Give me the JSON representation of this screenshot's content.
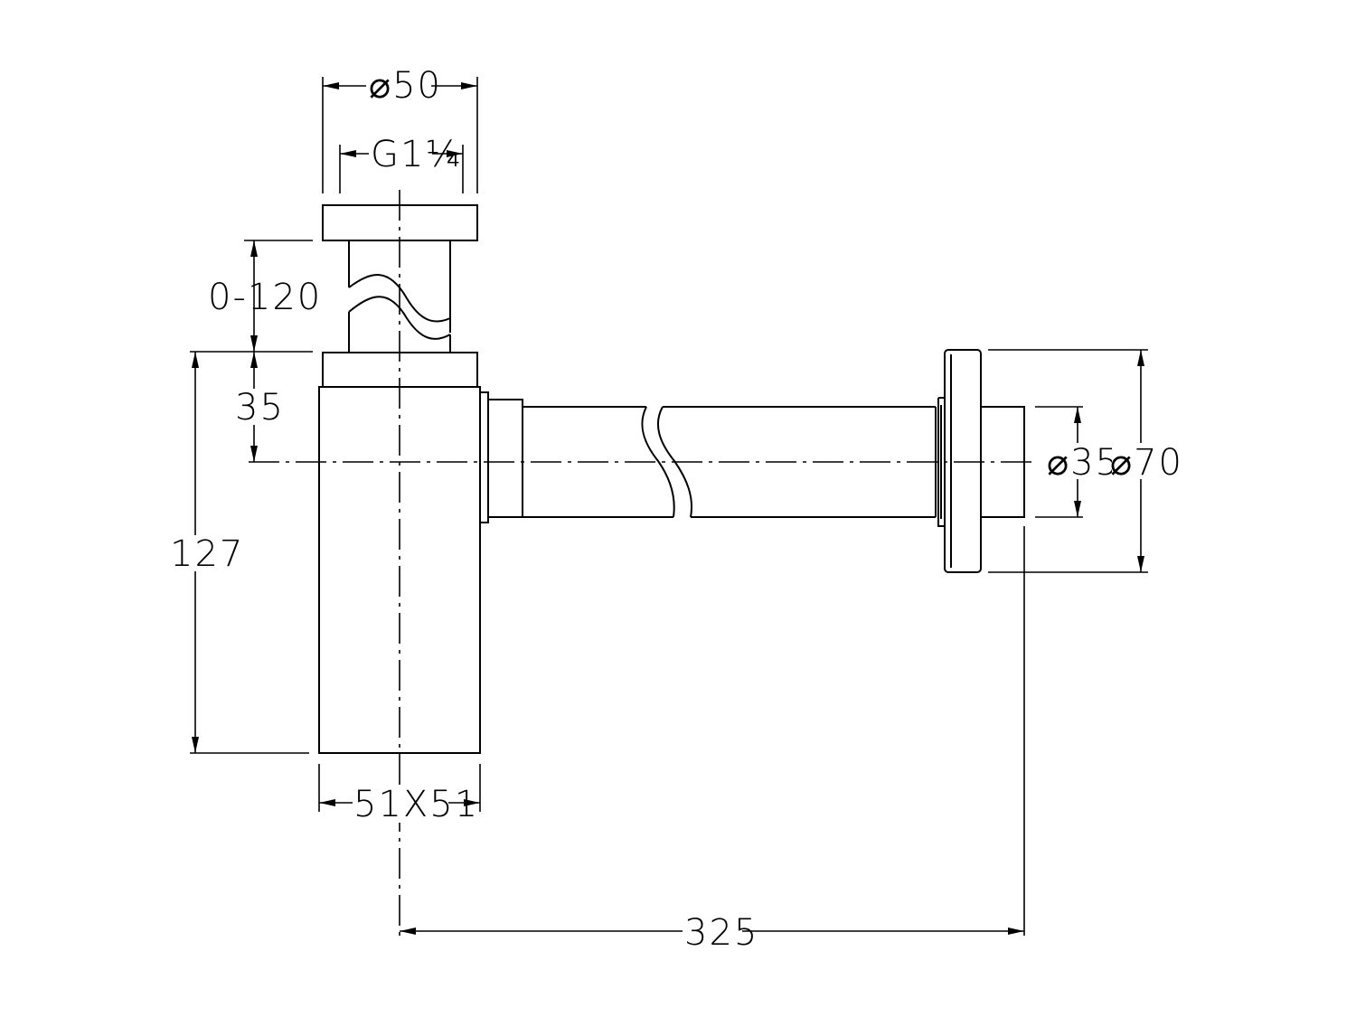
{
  "dimensions": {
    "outer_diameter_top": "⌀50",
    "thread_size": "G1¼",
    "height_adjust": "0-120",
    "inlet_offset": "35",
    "body_height": "127",
    "body_section": "51X51",
    "outlet_length": "325",
    "outlet_diameter": "⌀35",
    "flange_diameter": "⌀70"
  }
}
